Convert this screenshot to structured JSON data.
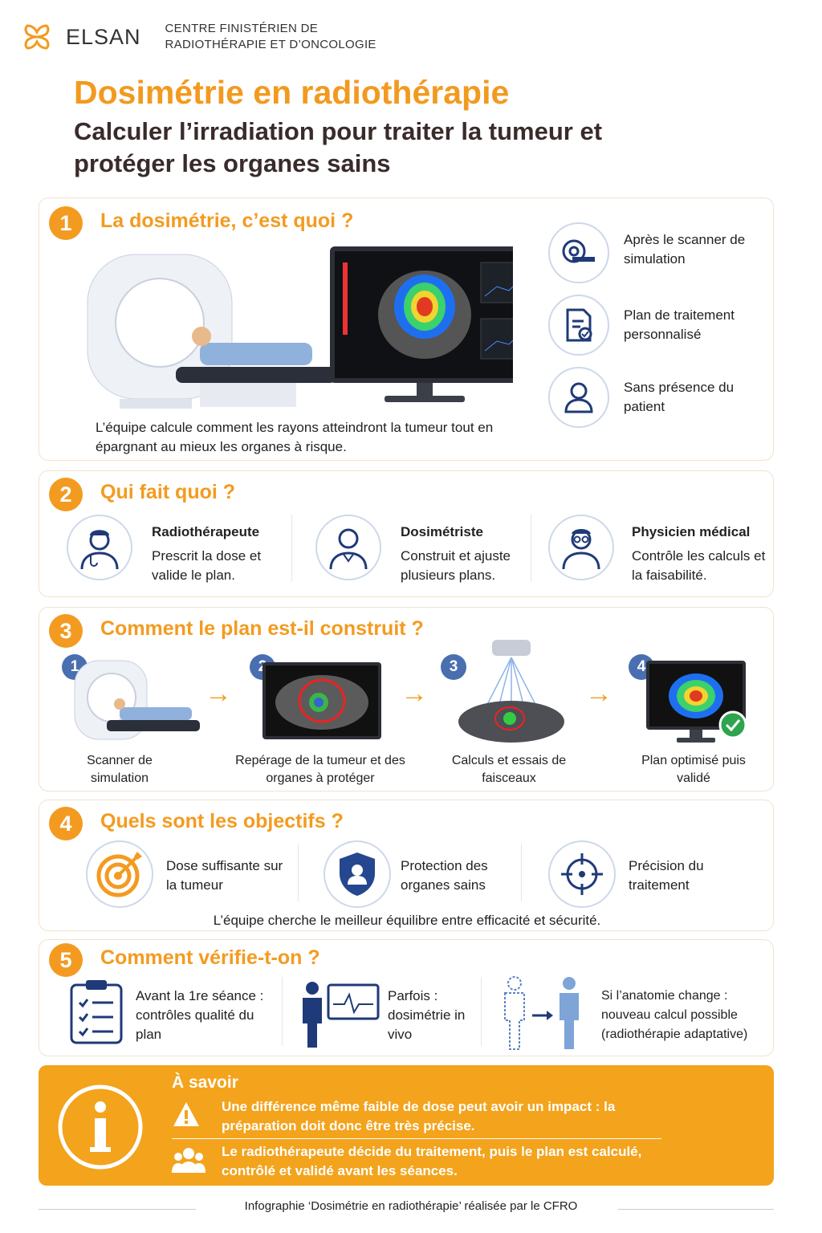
{
  "header": {
    "brand": "ELSAN",
    "center_line1": "CENTRE FINISTÉRIEN DE",
    "center_line2": "RADIOTHÉRAPIE ET D’ONCOLOGIE"
  },
  "title": "Dosimétrie en radiothérapie",
  "subtitle": "Calculer l’irradiation pour traiter la tumeur et protéger les organes sains",
  "colors": {
    "accent": "#F39B20",
    "navy": "#1f3a78",
    "info_bg": "#F3A31C"
  },
  "s1": {
    "num": "1",
    "title": "La dosimétrie, c’est quoi ?",
    "body": "L’équipe calcule comment les rayons atteindront la tumeur tout en épargnant au mieux les organes à risque.",
    "items": [
      {
        "icon": "scanner-icon",
        "text": "Après le scanner de simulation"
      },
      {
        "icon": "document-check-icon",
        "text": "Plan de traitement personnalisé"
      },
      {
        "icon": "person-icon",
        "text": "Sans présence du patient"
      }
    ]
  },
  "s2": {
    "num": "2",
    "title": "Qui fait quoi ?",
    "roles": [
      {
        "icon": "doctor-icon",
        "name": "Radiothérapeute",
        "desc": "Prescrit la dose et valide le plan."
      },
      {
        "icon": "man-icon",
        "name": "Dosimétriste",
        "desc": "Construit et ajuste plusieurs plans."
      },
      {
        "icon": "physicist-icon",
        "name": "Physicien médical",
        "desc": "Contrôle les calculs et la faisabilité."
      }
    ]
  },
  "s3": {
    "num": "3",
    "title": "Comment le plan est-il construit ?",
    "steps": [
      {
        "n": "1",
        "label": "Scanner de simulation"
      },
      {
        "n": "2",
        "label": "Repérage de la tumeur et des organes à protéger"
      },
      {
        "n": "3",
        "label": "Calculs et essais de faisceaux"
      },
      {
        "n": "4",
        "label": "Plan optimisé puis validé"
      }
    ]
  },
  "s4": {
    "num": "4",
    "title": "Quels sont les objectifs ?",
    "goals": [
      {
        "icon": "target-icon",
        "text": "Dose suffisante sur la tumeur"
      },
      {
        "icon": "shield-icon",
        "text": "Protection des organes sains"
      },
      {
        "icon": "crosshair-icon",
        "text": "Précision du traitement"
      }
    ],
    "note": "L’équipe cherche le meilleur équilibre entre efficacité et sécurité."
  },
  "s5": {
    "num": "5",
    "title": "Comment vérifie-t-on ?",
    "checks": [
      {
        "icon": "checklist-icon",
        "text": "Avant la 1re séance : contrôles qualité du plan"
      },
      {
        "icon": "monitor-person-icon",
        "text": "Parfois : dosimétrie in vivo"
      },
      {
        "icon": "anatomy-change-icon",
        "text": "Si l’anatomie change : nouveau calcul possible (radiothérapie adaptative)"
      }
    ]
  },
  "info": {
    "title": "À savoir",
    "line1": "Une différence même faible de dose peut avoir un impact : la préparation doit donc être très précise.",
    "line2": "Le radiothérapeute décide du traitement, puis le plan est calculé, contrôlé et validé avant les séances."
  },
  "footer": "Infographie ‘Dosimétrie en radiothérapie’ réalisée par le CFRO"
}
